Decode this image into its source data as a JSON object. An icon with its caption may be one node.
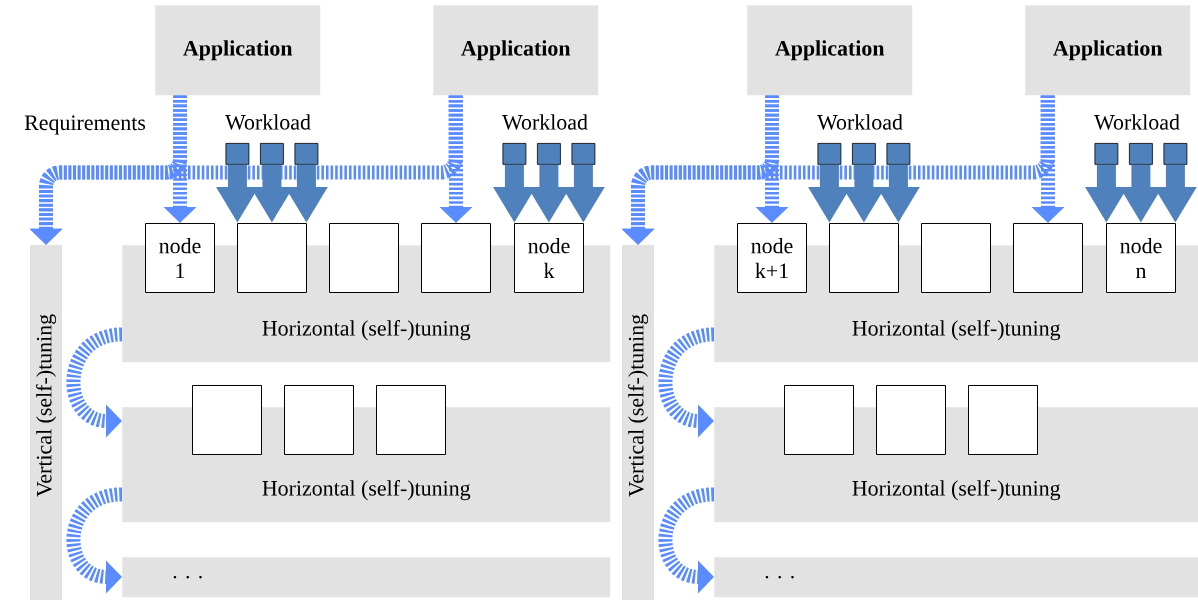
{
  "diagram": {
    "nodes": [
      {
        "text": [
          "Application"
        ]
      },
      {
        "text": [
          "Application"
        ]
      },
      {
        "text": [],
        "shape": "box"
      },
      {
        "text": [],
        "shape": "box"
      },
      {
        "text": [],
        "shape": "box"
      },
      {
        "text": [],
        "shape": "box"
      },
      {
        "text": [],
        "shape": "box"
      },
      {
        "text": [],
        "shape": "box"
      },
      {
        "text": [
          "Vertical (self-)tuning"
        ]
      },
      {
        "text": [
          "Horizontal (self-)tuning"
        ]
      },
      {
        "text": [
          "node 1"
        ]
      },
      {
        "text": [],
        "shape": "box"
      },
      {
        "text": [],
        "shape": "box"
      },
      {
        "text": [],
        "shape": "box"
      },
      {
        "text": [
          "node k"
        ]
      },
      {
        "text": [
          "Horizontal (self-)tuning"
        ]
      },
      {
        "text": [],
        "shape": "box"
      },
      {
        "text": [],
        "shape": "box"
      },
      {
        "text": [],
        "shape": "box"
      },
      {
        "text": [
          ". . ."
        ]
      },
      {
        "text": [
          "Application"
        ]
      },
      {
        "text": [
          "Application"
        ]
      },
      {
        "text": [],
        "shape": "box"
      },
      {
        "text": [],
        "shape": "box"
      },
      {
        "text": [],
        "shape": "box"
      },
      {
        "text": [],
        "shape": "box"
      },
      {
        "text": [],
        "shape": "box"
      },
      {
        "text": [],
        "shape": "box"
      },
      {
        "text": [
          "Vertical (self-)tuning"
        ]
      },
      {
        "text": [
          "Horizontal (self-)tuning"
        ]
      },
      {
        "text": [
          "node k+1"
        ]
      },
      {
        "text": [],
        "shape": "box"
      },
      {
        "text": [],
        "shape": "box"
      },
      {
        "text": [],
        "shape": "box"
      },
      {
        "text": [
          "node n"
        ]
      },
      {
        "text": [
          "Horizontal (self-)tuning"
        ]
      },
      {
        "text": [],
        "shape": "box"
      },
      {
        "text": [],
        "shape": "box"
      },
      {
        "text": [],
        "shape": "box"
      },
      {
        "text": [
          ". . ."
        ]
      }
    ],
    "edges": [
      {
        "from": 0,
        "to": 8,
        "arrow": "to",
        "style": "dashed",
        "color": "#5b8cff"
      },
      {
        "from": 0,
        "to": 10,
        "arrow": "to",
        "style": "dashed",
        "color": "#5b8cff"
      },
      {
        "from": 1,
        "to": 8,
        "arrow": "to",
        "style": "dashed",
        "color": "#5b8cff"
      },
      {
        "from": 1,
        "to": 13,
        "arrow": "to",
        "style": "dashed",
        "color": "#5b8cff"
      },
      {
        "from": 9,
        "to": 15,
        "arrow": "to",
        "style": "dashed",
        "color": "#5b8cff"
      },
      {
        "from": 15,
        "to": 19,
        "arrow": "to",
        "style": "dashed",
        "color": "#5b8cff"
      },
      {
        "from": 2,
        "to": 11,
        "arrow": "to",
        "color": "#4f81bd"
      },
      {
        "from": 3,
        "to": 11,
        "arrow": "to",
        "color": "#4f81bd"
      },
      {
        "from": 4,
        "to": 11,
        "arrow": "to",
        "color": "#4f81bd"
      },
      {
        "from": 5,
        "to": 14,
        "arrow": "to",
        "color": "#4f81bd"
      },
      {
        "from": 6,
        "to": 14,
        "arrow": "to",
        "color": "#4f81bd"
      },
      {
        "from": 7,
        "to": 14,
        "arrow": "to",
        "color": "#4f81bd"
      },
      {
        "from": 20,
        "to": 28,
        "arrow": "to",
        "style": "dashed",
        "color": "#5b8cff"
      },
      {
        "from": 20,
        "to": 30,
        "arrow": "to",
        "style": "dashed",
        "color": "#5b8cff"
      },
      {
        "from": 21,
        "to": 28,
        "arrow": "to",
        "style": "dashed",
        "color": "#5b8cff"
      },
      {
        "from": 21,
        "to": 33,
        "arrow": "to",
        "style": "dashed",
        "color": "#5b8cff"
      },
      {
        "from": 29,
        "to": 35,
        "arrow": "to",
        "style": "dashed",
        "color": "#5b8cff"
      },
      {
        "from": 35,
        "to": 39,
        "arrow": "to",
        "style": "dashed",
        "color": "#5b8cff"
      },
      {
        "from": 22,
        "to": 31,
        "arrow": "to",
        "color": "#4f81bd"
      },
      {
        "from": 23,
        "to": 31,
        "arrow": "to",
        "color": "#4f81bd"
      },
      {
        "from": 24,
        "to": 31,
        "arrow": "to",
        "color": "#4f81bd"
      },
      {
        "from": 25,
        "to": 34,
        "arrow": "to",
        "color": "#4f81bd"
      },
      {
        "from": 26,
        "to": 34,
        "arrow": "to",
        "color": "#4f81bd"
      },
      {
        "from": 27,
        "to": 34,
        "arrow": "to",
        "color": "#4f81bd"
      }
    ],
    "labels": [
      "Requirements",
      "Workload",
      "Workload",
      "Workload",
      "Workload"
    ]
  }
}
